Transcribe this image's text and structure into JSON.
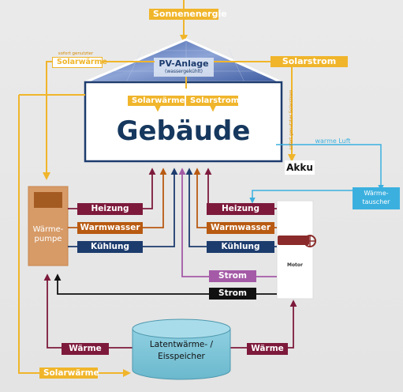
{
  "colors": {
    "solar": "#f0b52b",
    "heat": "#7d1a3c",
    "warmwater": "#b85a12",
    "cooling": "#1d3c6e",
    "strom_purple": "#a45aa6",
    "strom_black": "#111111",
    "air": "#3bb0df",
    "storage": "#7ec7da",
    "heatpump": "#d79b68"
  },
  "labels": {
    "sonnenenergie": "Sonnenenergie",
    "pv_title": "PV-Anlage",
    "pv_sub": "(wassergekühlt)",
    "solarstrom_top": "Solarstrom",
    "sofort_left": "sofort genutzter",
    "solarwaerme_top": "Solarwärme",
    "solarwaerme_in": "Solarwärme",
    "solarstrom_in": "Solarstrom",
    "gebaeude": "Gebäude",
    "sofort_right": "sofort genutzter Solarstrom",
    "warme_luft": "warme Luft",
    "akku": "Akku",
    "waermetauscher_1": "Wärme-",
    "waermetauscher_2": "tauscher",
    "waermepumpe_1": "Wärme-",
    "waermepumpe_2": "pumpe",
    "heizung_l": "Heizung",
    "warmwasser_l": "Warmwasser",
    "kuehlung_l": "Kühlung",
    "heizung_r": "Heizung",
    "warmwasser_r": "Warmwasser",
    "kuehlung_r": "Kühlung",
    "strom_purple": "Strom",
    "strom_black": "Strom",
    "motor": "Motor",
    "speicher_1": "Latentwärme- /",
    "speicher_2": "Eisspeicher",
    "waerme_l": "Wärme",
    "waerme_r": "Wärme",
    "solarwaerme_bottom": "Solarwärme"
  }
}
